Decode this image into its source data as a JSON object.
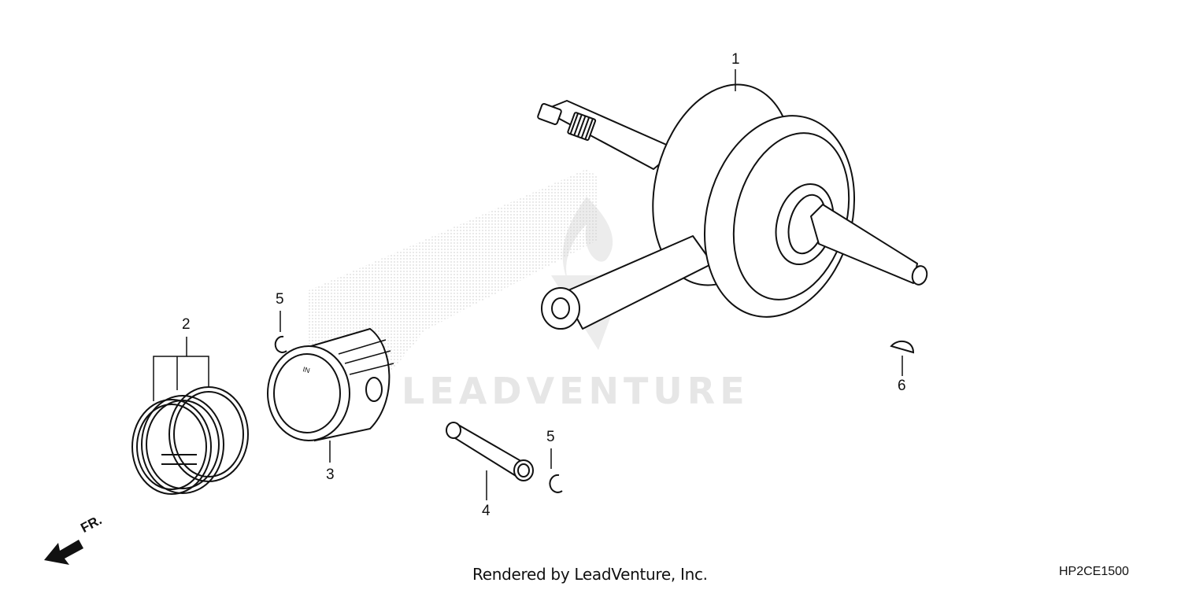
{
  "watermark": {
    "brand": "LEADVENTURE"
  },
  "callouts": {
    "c1": "1",
    "c2": "2",
    "c3": "3",
    "c4": "4",
    "c5a": "5",
    "c5b": "5",
    "c6": "6"
  },
  "front_indicator": {
    "label": "FR."
  },
  "footer": {
    "credit": "Rendered by LeadVenture, Inc.",
    "code": "HP2CE1500"
  },
  "icons": {
    "front_arrow": "arrow-left-down-icon",
    "watermark_logo": "flame-wing-logo"
  },
  "colors": {
    "line": "#111111",
    "watermark": "#e6e6e6",
    "stipple": "#c8c8c8"
  }
}
